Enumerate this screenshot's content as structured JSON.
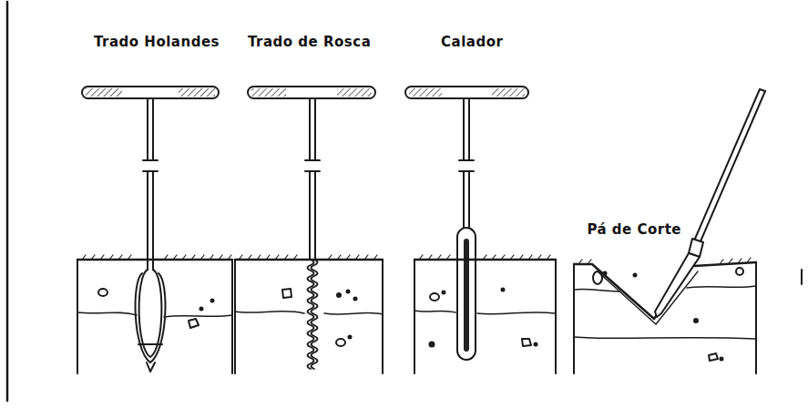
{
  "diagram": {
    "labels": [
      "Trado Holandes",
      "Trado de Rosca",
      "Calador",
      "Pá de Corte"
    ]
  }
}
